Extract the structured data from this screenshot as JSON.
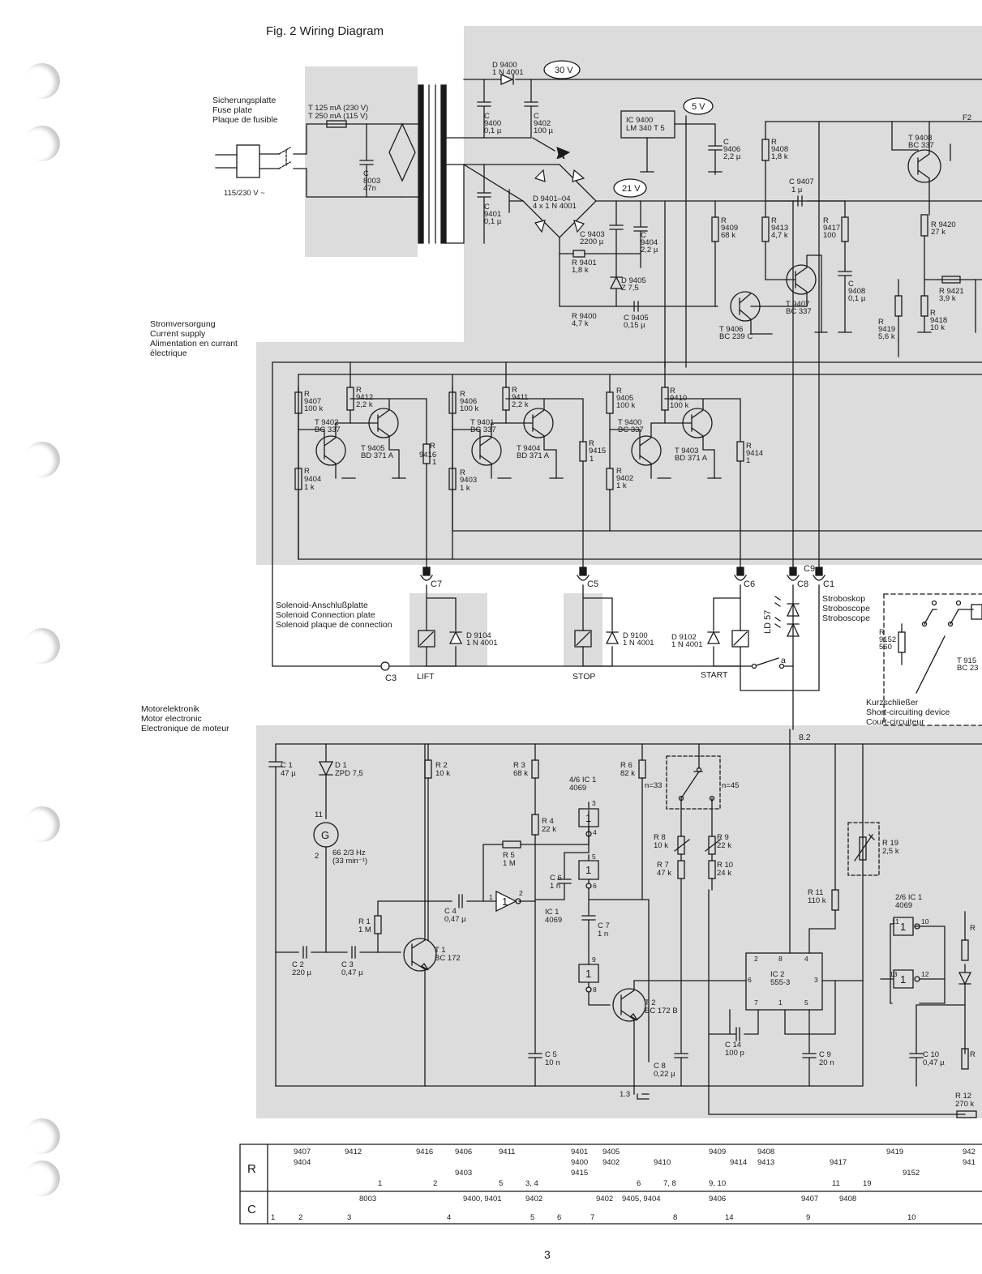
{
  "header": {
    "title": "Fig. 2  Wiring Diagram"
  },
  "page_number": "3",
  "sections": {
    "fuse_plate": [
      "Sicherungsplatte",
      "Fuse plate",
      "Plaque de fusible"
    ],
    "current_supply": [
      "Stromversorgung",
      "Current supply",
      "Alimentation en currant",
      "électrique"
    ],
    "solenoid": [
      "Solenoid-Anschlußplatte",
      "Solenoid Connection plate",
      "Solenoid plaque de connection"
    ],
    "motor": [
      "Motorelektronik",
      "Motor electronic",
      "Electronique de moteur"
    ],
    "stroboscope": [
      "Stroboskop",
      "Stroboscope",
      "Stroboscope"
    ],
    "short_circuit": [
      "Kurzschließer",
      "Short-circuiting device",
      "Court-circuiteur"
    ]
  },
  "voltages": {
    "v30": "30 V",
    "v5": "5 V",
    "v21": "21 V"
  },
  "labels": {
    "mains_voltage": "115/230 V ~",
    "fuse1": "T 125 mA (230 V)",
    "fuse2": "T 250 mA (115 V)",
    "c8003": [
      "C",
      "8003",
      "47n"
    ],
    "c9400": [
      "C",
      "9400",
      "0,1 µ"
    ],
    "c9401": [
      "C",
      "9401",
      "0,1 µ"
    ],
    "c9402": [
      "C",
      "9402",
      "100 µ"
    ],
    "d9400": [
      "D 9400",
      "1 N 4001"
    ],
    "node_a": "A",
    "bridge": [
      "D 9401–04",
      "4 x 1 N 4001"
    ],
    "ic9400": [
      "IC 9400",
      "LM 340 T 5"
    ],
    "c9406": [
      "C",
      "9406",
      "2,2 µ"
    ],
    "c9403": [
      "C 9403",
      "2200 µ"
    ],
    "c9404": [
      "C",
      "9404",
      "2,2 µ"
    ],
    "r9401": [
      "R 9401",
      "1,8 k"
    ],
    "d9405": [
      "D 9405",
      "Z 7,5"
    ],
    "r9400": [
      "R 9400",
      "4,7 k"
    ],
    "c9405": [
      "C 9405",
      "0,15 µ"
    ],
    "r9409": [
      "R",
      "9409",
      "68 k"
    ],
    "r9408": [
      "R",
      "9408",
      "1,8 k"
    ],
    "r9413": [
      "R",
      "9413",
      "4,7 k"
    ],
    "c9407": [
      "C 9407",
      "1 µ"
    ],
    "r9417": [
      "R",
      "9417",
      "100"
    ],
    "c9408": [
      "C",
      "9408",
      "0,1 µ"
    ],
    "t9407": [
      "T 9407",
      "BC 337"
    ],
    "t9406": [
      "T 9406",
      "BC 239 C"
    ],
    "t9408": [
      "T 9408",
      "BC 337"
    ],
    "r9420": [
      "R 9420",
      "27 k"
    ],
    "r9421": [
      "R 9421",
      "3,9 k"
    ],
    "r9418": [
      "R",
      "9418",
      "10 k"
    ],
    "r9419": [
      "R",
      "9419",
      "5,6 k"
    ],
    "f2": "F2",
    "r9407": [
      "R",
      "9407",
      "100 k"
    ],
    "r9412": [
      "R",
      "9412",
      "2,2 k"
    ],
    "t9402": [
      "T 9402",
      "BC 337"
    ],
    "t9405": [
      "T 9405",
      "BD 371 A"
    ],
    "r9416": [
      "R",
      "9416",
      "1"
    ],
    "r9404": [
      "R",
      "9404",
      "1 k"
    ],
    "r9406": [
      "R",
      "9406",
      "100 k"
    ],
    "r9411": [
      "R",
      "9411",
      "2,2 k"
    ],
    "t9401": [
      "T 9401",
      "BC 337"
    ],
    "t9404": [
      "T 9404",
      "BD 371 A"
    ],
    "r9415": [
      "R",
      "9415",
      "1"
    ],
    "r9403": [
      "R",
      "9403",
      "1 k"
    ],
    "r9405": [
      "R",
      "9405",
      "100 k"
    ],
    "r9410": [
      "R",
      "9410",
      "100 k"
    ],
    "t9400": [
      "T 9400",
      "BC 337"
    ],
    "t9403": [
      "T 9403",
      "BD 371 A"
    ],
    "r9414": [
      "R",
      "9414",
      "1"
    ],
    "r9402": [
      "R",
      "9402",
      "1 k"
    ],
    "conn": {
      "c7": "C7",
      "c5": "C5",
      "c6": "C6",
      "c8": "C8",
      "c9": "C9",
      "c1": "C1",
      "c3": "C3"
    },
    "ld57": "LD 57",
    "d9104": [
      "D 9104",
      "1 N 4001"
    ],
    "d9100": [
      "D 9100",
      "1 N 4001"
    ],
    "d9102": [
      "D 9102",
      "1 N 4001"
    ],
    "lift": "LIFT",
    "stop": "STOP",
    "start": "START",
    "switch_a": "a",
    "r9152": [
      "R",
      "9152",
      "560"
    ],
    "t915x": [
      "T 915",
      "BC 23"
    ],
    "node82": "8.2",
    "c1": [
      "C 1",
      "47 µ"
    ],
    "d1": [
      "D 1",
      "ZPD 7,5"
    ],
    "gen": "G",
    "pin11": "11",
    "pin2": "2",
    "freq": [
      "66 2/3 Hz",
      "(33 min⁻¹)"
    ],
    "r2": [
      "R 2",
      "10 k"
    ],
    "r3": [
      "R 3",
      "68 k"
    ],
    "r6": [
      "R 6",
      "82 k"
    ],
    "ic1a": [
      "4/6 IC 1",
      "4069"
    ],
    "n33": "n=33",
    "n45": "n=45",
    "r4": [
      "R 4",
      "22 k"
    ],
    "r5": [
      "R 5",
      "1 M"
    ],
    "c6": [
      "C 6",
      "1 n"
    ],
    "r8": [
      "R 8",
      "10 k"
    ],
    "r9": [
      "R 9",
      "22 k"
    ],
    "r7": [
      "R 7",
      "47 k"
    ],
    "r10": [
      "R 10",
      "24 k"
    ],
    "r19": [
      "R 19",
      "2,5 k"
    ],
    "r1": [
      "R 1",
      "1 M"
    ],
    "c4": [
      "C 4",
      "0,47 µ"
    ],
    "ic1b": [
      "IC 1",
      "4069"
    ],
    "c7": [
      "C 7",
      "1 n"
    ],
    "r11": [
      "R 11",
      "110 k"
    ],
    "ic1c": [
      "2/6 IC 1",
      "4069"
    ],
    "c2": [
      "C 2",
      "220 µ"
    ],
    "c3": [
      "C 3",
      "0,47 µ"
    ],
    "t1": [
      "T 1",
      "BC 172"
    ],
    "t2": [
      "T 2",
      "BC 172 B"
    ],
    "ic2": [
      "IC 2",
      "555-3"
    ],
    "c14": [
      "C 14",
      "100 p"
    ],
    "c5": [
      "C 5",
      "10 n"
    ],
    "c8": [
      "C 8",
      "0,22 µ"
    ],
    "c9": [
      "C 9",
      "20 n"
    ],
    "c10": [
      "C 10",
      "0,47 µ"
    ],
    "r12": [
      "R 12",
      "270 k"
    ],
    "node13": "1.3",
    "pins": {
      "p1": "1",
      "p2": "2",
      "p3": "3",
      "p4": "4",
      "p5": "5",
      "p6": "6",
      "p7": "7",
      "p8": "8",
      "p9": "9",
      "p10": "10",
      "p11": "11",
      "p12": "12",
      "p13": "13"
    },
    "r_partial": "R",
    "r_partial2": "R"
  },
  "table": {
    "r_label": "R",
    "c_label": "C",
    "r_row1": [
      "9407",
      "9412",
      "9416",
      "9406",
      "9411",
      "9401",
      "9405",
      "9409",
      "9408",
      "9419",
      "942"
    ],
    "r_row2": [
      "9404",
      "9400",
      "9402",
      "9410",
      "9414",
      "9413",
      "9417",
      "941"
    ],
    "r_row3": [
      "9403",
      "9415",
      "9152"
    ],
    "r_row4": [
      "1",
      "2",
      "5",
      "3, 4",
      "6",
      "7, 8",
      "9, 10",
      "11",
      "19"
    ],
    "c_row1": [
      "8003",
      "9400, 9401",
      "9402",
      "9402",
      "9405, 9404",
      "9406",
      "9407",
      "9408"
    ],
    "c_row2": [
      "1",
      "2",
      "3",
      "4",
      "5",
      "6",
      "7",
      "8",
      "14",
      "9",
      "10"
    ]
  }
}
